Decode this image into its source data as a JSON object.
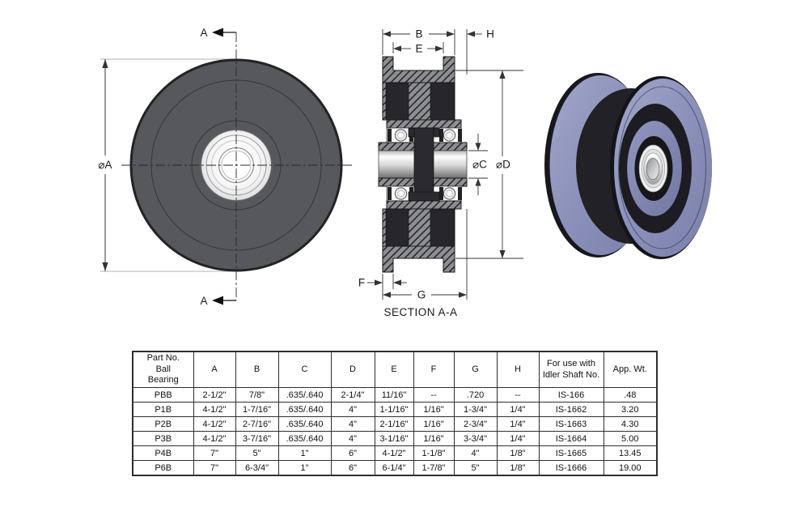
{
  "front_view": {
    "diameter_label": "⌀A",
    "cut_label_top": "A",
    "cut_label_bottom": "A"
  },
  "section_view": {
    "dim_b": "B",
    "dim_e": "E",
    "dim_h": "H",
    "dim_c": "⌀C",
    "dim_d": "⌀D",
    "dim_f": "F",
    "dim_g": "G",
    "caption": "SECTION A-A"
  },
  "table": {
    "headers": [
      "Part No.\nBall\nBearing",
      "A",
      "B",
      "C",
      "D",
      "E",
      "F",
      "G",
      "H",
      "For use with\nIdler Shaft No.",
      "App. Wt."
    ],
    "rows": [
      [
        "PBB",
        "2-1/2\"",
        "7/8\"",
        ".635/.640",
        "2-1/4\"",
        "11/16\"",
        "--",
        ".720",
        "--",
        "IS-166",
        ".48"
      ],
      [
        "P1B",
        "4-1/2\"",
        "1-7/16\"",
        ".635/.640",
        "4\"",
        "1-1/16\"",
        "1/16\"",
        "1-3/4\"",
        "1/4\"",
        "IS-1662",
        "3.20"
      ],
      [
        "P2B",
        "4-1/2\"",
        "2-7/16\"",
        ".635/.640",
        "4\"",
        "2-1/16\"",
        "1/16\"",
        "2-3/4\"",
        "1/4\"",
        "IS-1663",
        "4.30"
      ],
      [
        "P3B",
        "4-1/2\"",
        "3-7/16\"",
        ".635/.640",
        "4\"",
        "3-1/16\"",
        "1/16\"",
        "3-3/4\"",
        "1/4\"",
        "IS-1664",
        "5.00"
      ],
      [
        "P4B",
        "7\"",
        "5\"",
        "1\"",
        "6\"",
        "4-1/2\"",
        "1-1/8\"",
        "4\"",
        "1/8\"",
        "IS-1665",
        "13.45"
      ],
      [
        "P6B",
        "7\"",
        "6-3/4\"",
        "1\"",
        "6\"",
        "6-1/4\"",
        "1-7/8\"",
        "5\"",
        "1/8\"",
        "IS-1666",
        "19.00"
      ]
    ]
  },
  "colors": {
    "wheel_face_gray": "#57585c",
    "iso_purple": "#8b90ba",
    "tire_dark": "#212126",
    "hatch_gray": "#8d8e92",
    "line_color": "#333333"
  }
}
